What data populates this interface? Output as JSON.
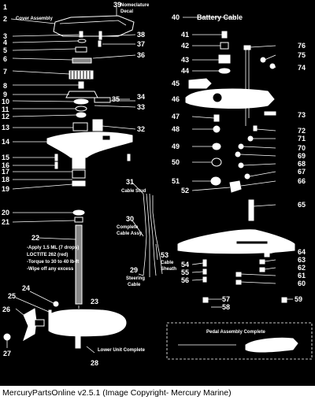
{
  "callouts": {
    "1": "1",
    "2": "2",
    "3": "3",
    "4": "4",
    "5": "5",
    "6": "6",
    "7": "7",
    "8": "8",
    "9": "9",
    "10": "10",
    "11": "11",
    "12": "12",
    "13": "13",
    "14": "14",
    "15": "15",
    "16": "16",
    "17": "17",
    "18": "18",
    "19": "19",
    "20": "20",
    "21": "21",
    "22": "22",
    "23": "23",
    "24": "24",
    "25": "25",
    "26": "26",
    "27": "27",
    "28": "28",
    "29": "29",
    "30": "30",
    "31": "31",
    "32": "32",
    "33": "33",
    "34": "34",
    "35": "35",
    "36": "36",
    "37": "37",
    "38": "38",
    "39": "39",
    "40": "40",
    "41": "41",
    "42": "42",
    "43": "43",
    "44": "44",
    "45": "45",
    "46": "46",
    "47": "47",
    "48": "48",
    "49": "49",
    "50": "50",
    "51": "51",
    "52": "52",
    "53": "53",
    "54": "54",
    "55": "55",
    "56": "56",
    "57": "57",
    "58": "58",
    "59": "59",
    "60": "60",
    "61": "61",
    "62": "62",
    "63": "63",
    "64": "64",
    "65": "65",
    "66": "66",
    "67": "67",
    "68": "68",
    "69": "69",
    "70": "70",
    "71": "71",
    "72": "72",
    "73": "73",
    "74": "74",
    "75": "75",
    "76": "76"
  },
  "labels": {
    "cover_assembly": "Cover Assembly",
    "nomenclature_1": "Nomeclature",
    "nomenclature_2": "Decal",
    "battery_cable": "Battery Cable",
    "cable_stud": "Cable Stud",
    "complete_1": "Complete",
    "complete_2": "Cable Assy.",
    "cable_1": "Cable",
    "cable_2": "Sheath",
    "steering_1": "Steering",
    "steering_2": "Cable",
    "lower_unit": "Lower Unit Complete",
    "pedal_assembly": "Pedal Assembly Complete",
    "note_1": "-Apply 1.5 ML (7 drops)",
    "note_2": "LOCTITE 262 (red)",
    "note_3": "-Torque to 30 to 40 lb-ft",
    "note_4": "-Wipe off any excess"
  },
  "footer": "MercuryPartsOnline v2.5.1 (Image Copyright- Mercury Marine)"
}
